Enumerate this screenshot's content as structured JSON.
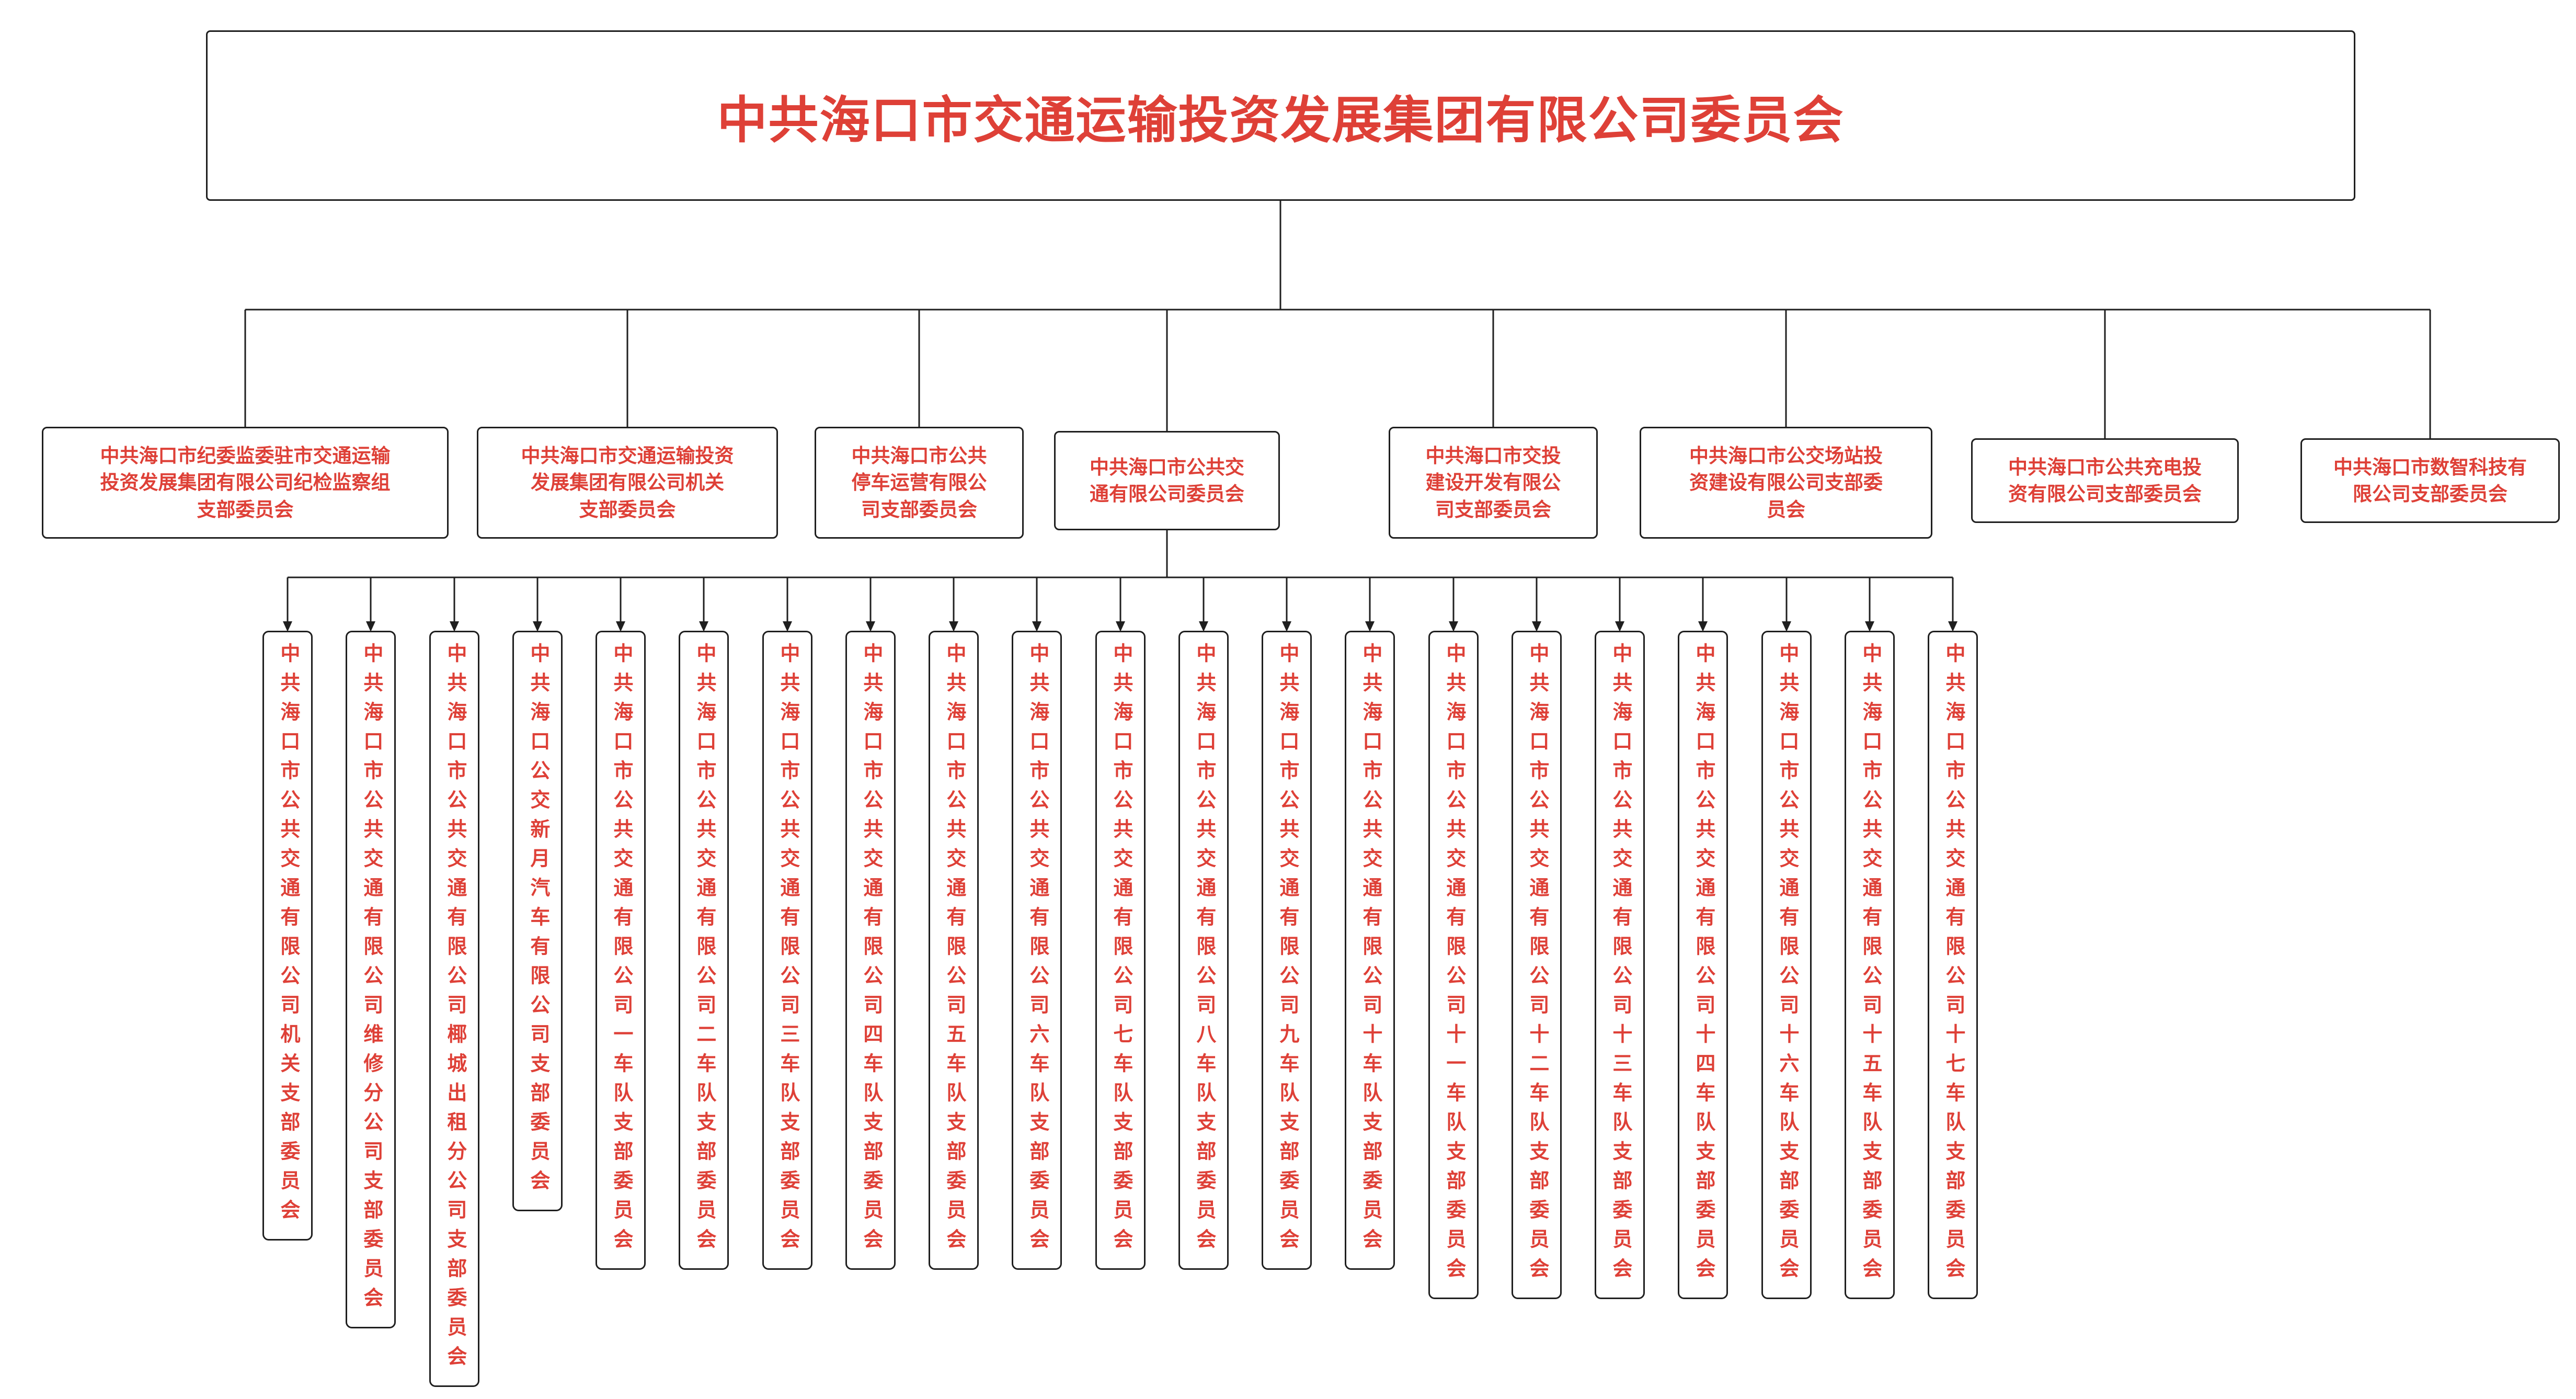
{
  "colors": {
    "accent": "#de4037",
    "line": "#1f1f1f",
    "background": "#ffffff"
  },
  "root": {
    "label": "中共海口市交通运输投资发展集团有限公司委员会"
  },
  "level2": [
    {
      "label": "中共海口市纪委监委驻市交通运输\n投资发展集团有限公司纪检监察组\n支部委员会"
    },
    {
      "label": "中共海口市交通运输投资\n发展集团有限公司机关\n支部委员会"
    },
    {
      "label": "中共海口市公共\n停车运营有限公\n司支部委员会"
    },
    {
      "label": "中共海口市公共交\n通有限公司委员会",
      "has_children": true
    },
    {
      "label": "中共海口市交投\n建设开发有限公\n司支部委员会"
    },
    {
      "label": "中共海口市公交场站投\n资建设有限公司支部委\n员会"
    },
    {
      "label": "中共海口市公共充电投\n资有限公司支部委员会"
    },
    {
      "label": "中共海口市数智科技有\n限公司支部委员会"
    }
  ],
  "level3_parent_index": 3,
  "level3": [
    {
      "label": "中共海口市公共交通有限公司机关支部委员会"
    },
    {
      "label": "中共海口市公共交通有限公司维修分公司支部委员会"
    },
    {
      "label": "中共海口市公共交通有限公司椰城出租分公司支部委员会"
    },
    {
      "label": "中共海口公交新月汽车有限公司支部委员会"
    },
    {
      "label": "中共海口市公共交通有限公司一车队支部委员会"
    },
    {
      "label": "中共海口市公共交通有限公司二车队支部委员会"
    },
    {
      "label": "中共海口市公共交通有限公司三车队支部委员会"
    },
    {
      "label": "中共海口市公共交通有限公司四车队支部委员会"
    },
    {
      "label": "中共海口市公共交通有限公司五车队支部委员会"
    },
    {
      "label": "中共海口市公共交通有限公司六车队支部委员会"
    },
    {
      "label": "中共海口市公共交通有限公司七车队支部委员会"
    },
    {
      "label": "中共海口市公共交通有限公司八车队支部委员会"
    },
    {
      "label": "中共海口市公共交通有限公司九车队支部委员会"
    },
    {
      "label": "中共海口市公共交通有限公司十车队支部委员会"
    },
    {
      "label": "中共海口市公共交通有限公司十一车队支部委员会"
    },
    {
      "label": "中共海口市公共交通有限公司十二车队支部委员会"
    },
    {
      "label": "中共海口市公共交通有限公司十三车队支部委员会"
    },
    {
      "label": "中共海口市公共交通有限公司十四车队支部委员会"
    },
    {
      "label": "中共海口市公共交通有限公司十六车队支部委员会"
    },
    {
      "label": "中共海口市公共交通有限公司十五车队支部委员会"
    },
    {
      "label": "中共海口市公共交通有限公司十七车队支部委员会"
    }
  ]
}
